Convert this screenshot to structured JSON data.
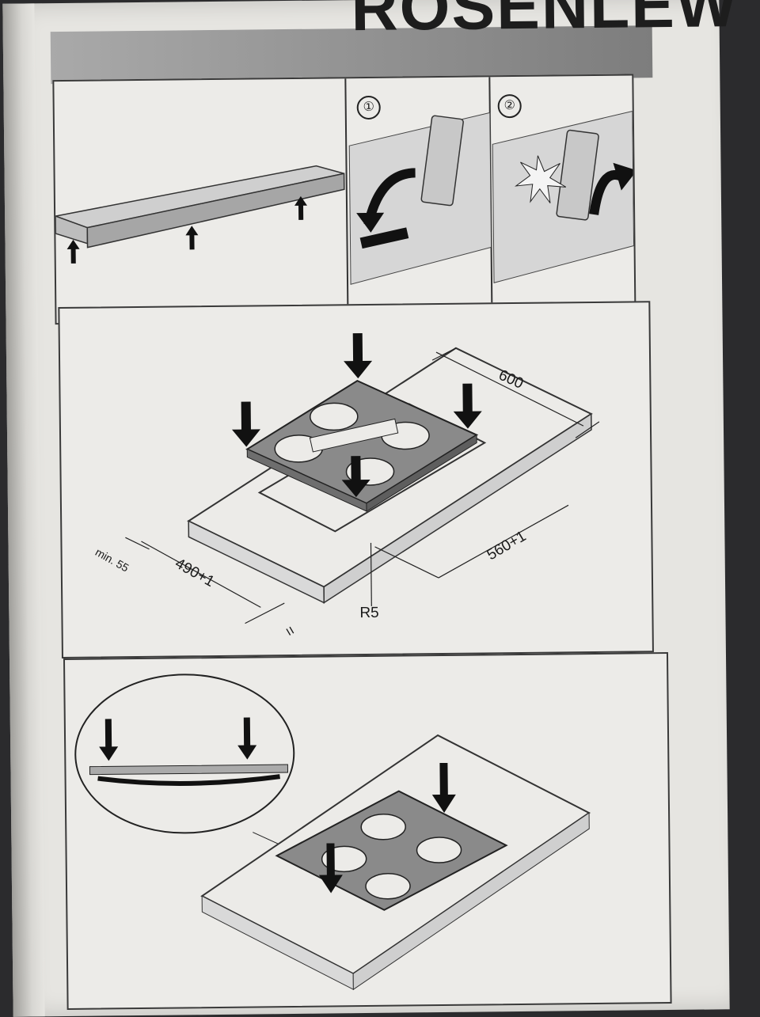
{
  "header": {
    "brand": "ROSENLEW"
  },
  "panel1": {
    "steps": [
      "①",
      "②"
    ]
  },
  "panel2": {
    "dimensions": {
      "width_600": "600",
      "depth_560": "560+1",
      "width_490": "490+1",
      "min_55": "min. 55",
      "radius": "R5",
      "equal": "="
    }
  },
  "colors": {
    "paper": "#ecebe8",
    "ink": "#1a1a1a",
    "hob": "#8a8a8a",
    "header_band": "#8f8f8f"
  }
}
